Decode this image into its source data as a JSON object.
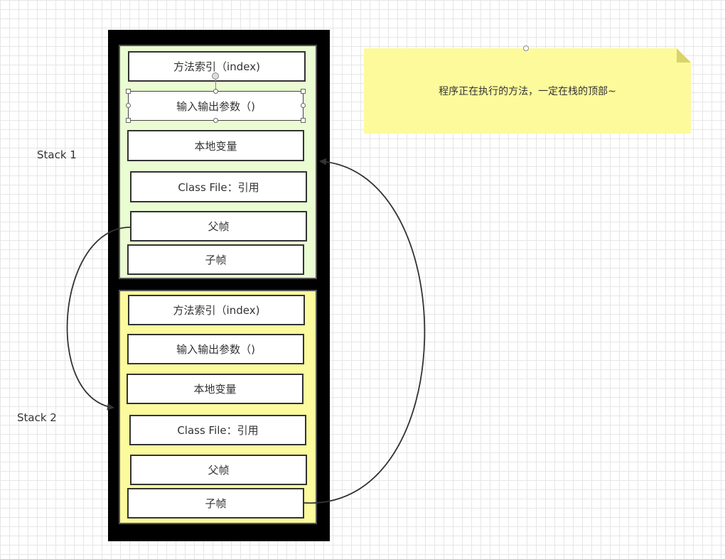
{
  "labels": {
    "stack1": "Stack 1",
    "stack2": "Stack 2"
  },
  "stack1": {
    "frames": [
      "方法索引（index)",
      "输入输出参数（)",
      "本地变量",
      "Class File：引用",
      "父帧",
      "子帧"
    ]
  },
  "stack2": {
    "frames": [
      "方法索引（index)",
      "输入输出参数（)",
      "本地变量",
      "Class File：引用",
      "父帧",
      "子帧"
    ]
  },
  "note": {
    "text": "程序正在执行的方法，一定在栈的顶部~"
  },
  "colors": {
    "stack1_fill": "#e9fcd2",
    "stack2_fill": "#fbfa9c",
    "note_fill": "#fdfa9c",
    "frame_outer": "#000000",
    "arrow": "#333333"
  }
}
